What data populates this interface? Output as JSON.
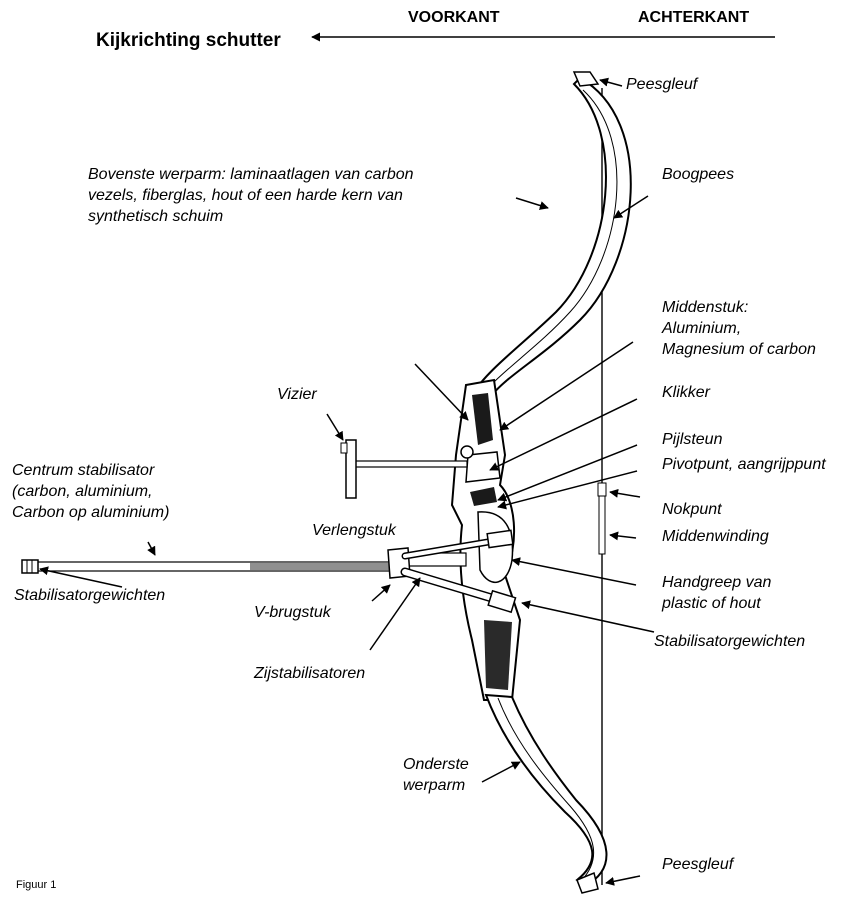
{
  "header": {
    "direction_label": "Kijkrichting schutter",
    "front_label": "VOORKANT",
    "back_label": "ACHTERKANT"
  },
  "labels": {
    "peesgleuf_top": "Peesgleuf",
    "boogpees": "Boogpees",
    "upper_limb": [
      "Bovenste werparm: laminaatlagen van carbon",
      "vezels, fiberglas, hout of een harde kern van",
      "synthetisch schuim"
    ],
    "riser": [
      "Middenstuk:",
      "Aluminium,",
      "Magnesium of carbon"
    ],
    "klikker": "Klikker",
    "vizier": "Vizier",
    "pijlsteun": "Pijlsteun",
    "pivotpunt": "Pivotpunt, aangrijppunt",
    "center_stabilizer": [
      "Centrum stabilisator",
      "(carbon, aluminium,",
      "Carbon op aluminium)"
    ],
    "nokpunt": "Nokpunt",
    "verlengstuk": "Verlengstuk",
    "middenwinding": "Middenwinding",
    "stab_weights_left": "Stabilisatorgewichten",
    "grip": [
      "Handgreep van",
      "plastic of hout"
    ],
    "v_bar": "V-brugstuk",
    "stab_weights_right": "Stabilisatorgewichten",
    "side_stabilizers": "Zijstabilisatoren",
    "lower_limb": [
      "Onderste",
      "werparm"
    ],
    "peesgleuf_bottom": "Peesgleuf"
  },
  "caption": "Figuur 1",
  "colors": {
    "ink": "#000000",
    "bow_fill": "#ffffff",
    "riser_dark": "#1a1a1a",
    "shade": "#9a9a9a"
  }
}
